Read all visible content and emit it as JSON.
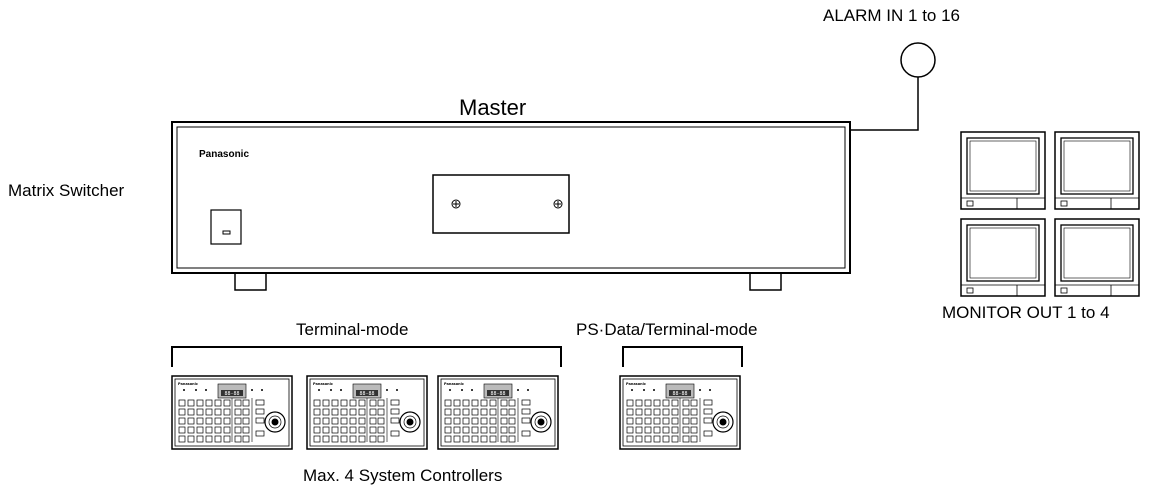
{
  "labels": {
    "alarm_in": "ALARM IN 1 to 16",
    "master": "Master",
    "matrix_switcher": "Matrix Switcher",
    "brand": "Panasonic",
    "monitor_out": "MONITOR OUT 1 to 4",
    "terminal_mode": "Terminal-mode",
    "ps_data_terminal_mode": "PS·Data/Terminal-mode",
    "max_controllers": "Max. 4 System Controllers",
    "controller_brand": "Panasonic",
    "controller_display": "88-88"
  },
  "counts": {
    "monitors": 4,
    "terminal_mode_controllers": 3,
    "ps_data_controllers": 1
  }
}
